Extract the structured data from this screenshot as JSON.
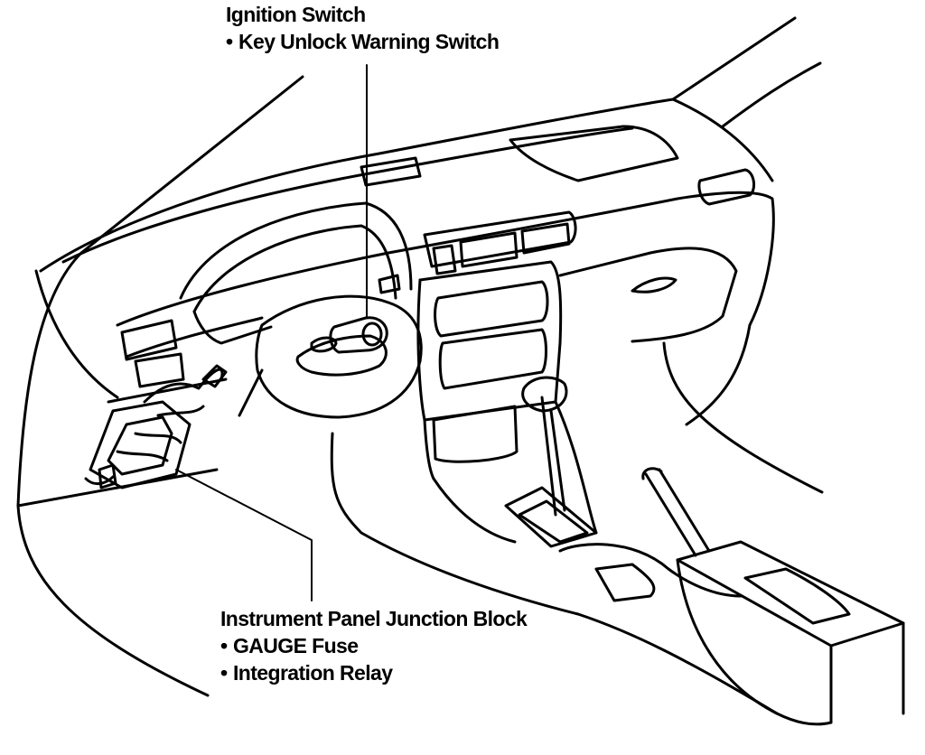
{
  "labels": {
    "ignition": {
      "title": "Ignition Switch",
      "items": [
        "Key Unlock Warning Switch"
      ]
    },
    "junction_block": {
      "title": "Instrument Panel Junction Block",
      "items": [
        "GAUGE Fuse",
        "Integration Relay"
      ]
    }
  },
  "bullet": "•",
  "colors": {
    "ink": "#000000",
    "paper": "#ffffff"
  }
}
